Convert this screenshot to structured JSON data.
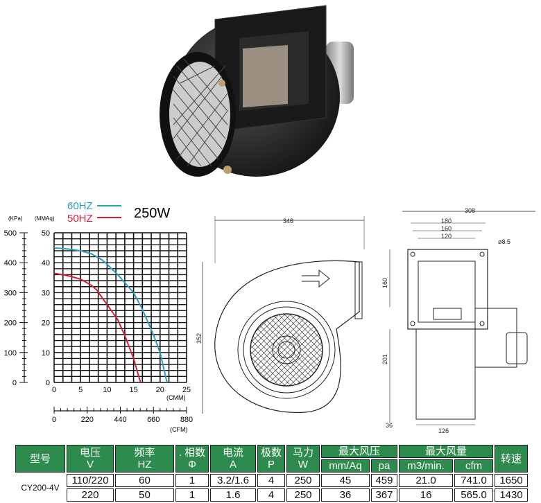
{
  "product": {
    "title": "250W",
    "image": "centrifugal-blower-photo"
  },
  "legend": [
    {
      "label": "60HZ",
      "color": "#2a9fb8"
    },
    {
      "label": "50HZ",
      "color": "#d0203a"
    }
  ],
  "chart_data": {
    "type": "line",
    "title": "250W",
    "xlabel": "(CMM)",
    "x2label": "(CFM)",
    "ylabel": "(MMAq)",
    "y2label": "(KPa)",
    "xlim": [
      0,
      25
    ],
    "ylim": [
      0,
      50
    ],
    "x_ticks": [
      "0",
      "5",
      "10",
      "15",
      "20",
      "25"
    ],
    "y_ticks": [
      "0",
      "10",
      "20",
      "30",
      "40",
      "50"
    ],
    "y2_ticks": [
      "0",
      "100",
      "200",
      "300",
      "400",
      "500"
    ],
    "x2_ticks": [
      "0",
      "220",
      "440",
      "660",
      "880"
    ],
    "grid": true,
    "series": [
      {
        "name": "60HZ",
        "color": "#2a9fb8",
        "points": [
          [
            0,
            45
          ],
          [
            3,
            44.5
          ],
          [
            5,
            44
          ],
          [
            7,
            43
          ],
          [
            9,
            41
          ],
          [
            10,
            39.5
          ],
          [
            12,
            36
          ],
          [
            14,
            32
          ],
          [
            15,
            30
          ],
          [
            16.5,
            25
          ],
          [
            18.5,
            17
          ],
          [
            20,
            10
          ],
          [
            21.3,
            0
          ]
        ]
      },
      {
        "name": "50HZ",
        "color": "#d0203a",
        "points": [
          [
            0,
            36.5
          ],
          [
            3,
            35.5
          ],
          [
            5,
            34.5
          ],
          [
            7,
            32.5
          ],
          [
            8,
            31
          ],
          [
            10,
            26
          ],
          [
            12,
            21
          ],
          [
            13.5,
            15
          ],
          [
            15,
            8
          ],
          [
            16.3,
            0
          ]
        ]
      }
    ]
  },
  "drawing": {
    "side": {
      "width": "348",
      "height": "352"
    },
    "front": {
      "width": "308",
      "w1": "180",
      "w2": "160",
      "w3": "120",
      "hole": "ø8.5",
      "h1": "160",
      "h2": "201",
      "base": "36",
      "foot": "126"
    }
  },
  "table": {
    "headers": [
      {
        "cn": "型号",
        "en": ""
      },
      {
        "cn": "电压",
        "en": "V"
      },
      {
        "cn": "频率",
        "en": "HZ"
      },
      {
        "cn": ". 相数",
        "en": "Φ"
      },
      {
        "cn": "电流",
        "en": "A"
      },
      {
        "cn": "极数",
        "en": "P"
      },
      {
        "cn": "马力",
        "en": "W"
      }
    ],
    "group1": {
      "label": "最大风压",
      "sub": [
        "mm/Aq",
        "pa"
      ]
    },
    "group2": {
      "label": "最大风量",
      "sub": [
        "m3/min.",
        "cfm"
      ]
    },
    "speed": "转速",
    "model": "CY200-4V",
    "rows": [
      [
        "110/220",
        "60",
        "1",
        "3.2/1.6",
        "4",
        "250",
        "45",
        "459",
        "21.0",
        "741.0",
        "1650"
      ],
      [
        "220",
        "50",
        "1",
        "1.6",
        "4",
        "250",
        "36",
        "367",
        "16",
        "565.0",
        "1430"
      ]
    ]
  }
}
